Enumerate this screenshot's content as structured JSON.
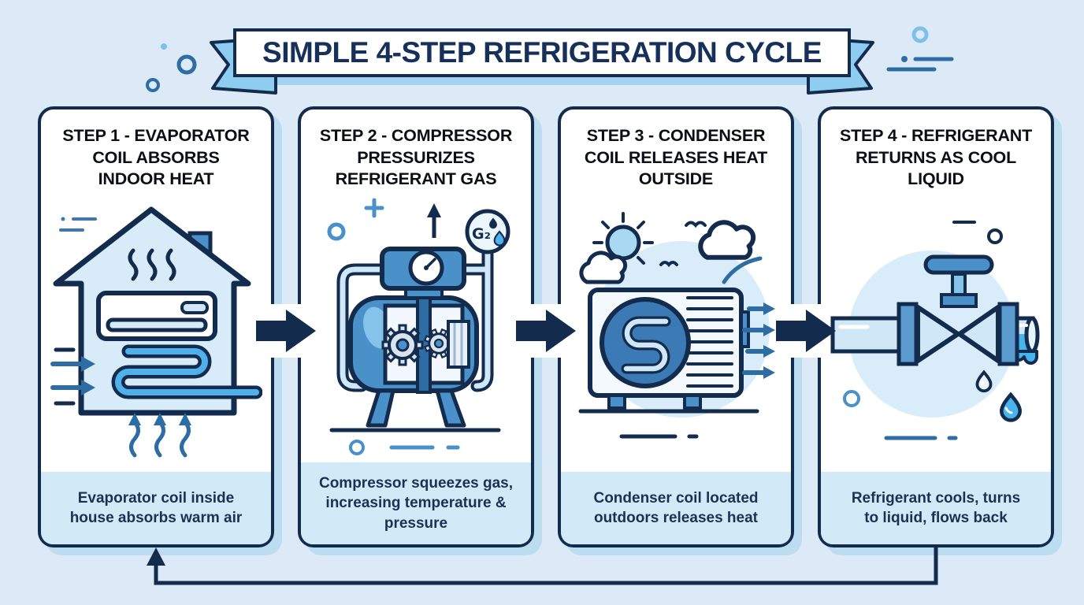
{
  "banner": {
    "title": "SIMPLE 4-STEP REFRIGERATION CYCLE"
  },
  "steps": [
    {
      "header": [
        "STEP 1 - EVAPORATOR",
        "COIL ABSORBS",
        "INDOOR HEAT"
      ],
      "caption": [
        "Evaporator coil inside",
        "house absorbs warm air"
      ],
      "illustration": "house-ac-evaporator-icon"
    },
    {
      "header": [
        "STEP 2 - COMPRESSOR",
        "PRESSURIZES",
        "REFRIGERANT GAS"
      ],
      "caption": [
        "Compressor squeezes gas,",
        "increasing temperature &",
        "pressure"
      ],
      "illustration": "compressor-gears-gauge-icon",
      "badge_label": "G₂"
    },
    {
      "header": [
        "STEP 3 - CONDENSER",
        "COIL RELEASES HEAT",
        "OUTSIDE"
      ],
      "caption": [
        "Condenser coil located",
        "outdoors releases heat"
      ],
      "illustration": "outdoor-condenser-fan-icon"
    },
    {
      "header": [
        "STEP 4 - REFRIGERANT",
        "RETURNS AS COOL",
        "LIQUID"
      ],
      "caption": [
        "Refrigerant cools, turns",
        "to liquid, flows back"
      ],
      "illustration": "pipe-valve-droplets-icon"
    }
  ],
  "icons": {
    "step_connector": "block-arrow-right-icon",
    "return_flow": "return-loop-up-arrow-icon"
  },
  "colors": {
    "background": "#dbeaf6",
    "navy": "#132b4d",
    "medium_blue": "#2e6da4",
    "blue": "#4a90c9",
    "bright_blue": "#47b4ec",
    "light_fill": "#cfe7f7",
    "caption_band": "#d2eaf8",
    "panel_shadow": "#bcdcf0",
    "ribbon_band": "#a5d2ef",
    "header_text": "#0b0e14",
    "caption_text": "#1c3050"
  }
}
